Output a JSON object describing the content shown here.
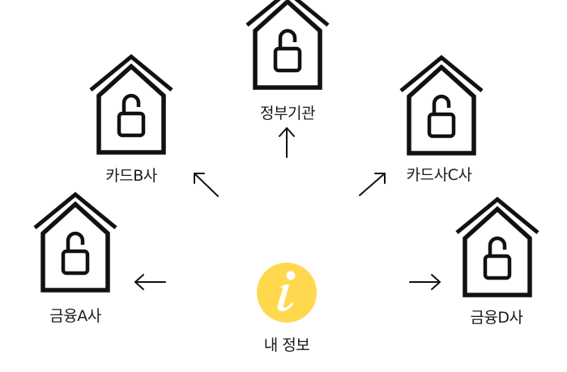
{
  "colors": {
    "ink": "#111111",
    "info_fill": "#ffd84d",
    "info_glyph": "#ffffff"
  },
  "center": {
    "label": "내 정보",
    "icon": "info-icon"
  },
  "institutions": [
    {
      "label": "금융A사",
      "icon": "house-lock-icon"
    },
    {
      "label": "카드B사",
      "icon": "house-lock-icon"
    },
    {
      "label": "정부기관",
      "icon": "house-lock-icon"
    },
    {
      "label": "카드사C사",
      "icon": "house-lock-icon"
    },
    {
      "label": "금융D사",
      "icon": "house-lock-icon"
    }
  ]
}
